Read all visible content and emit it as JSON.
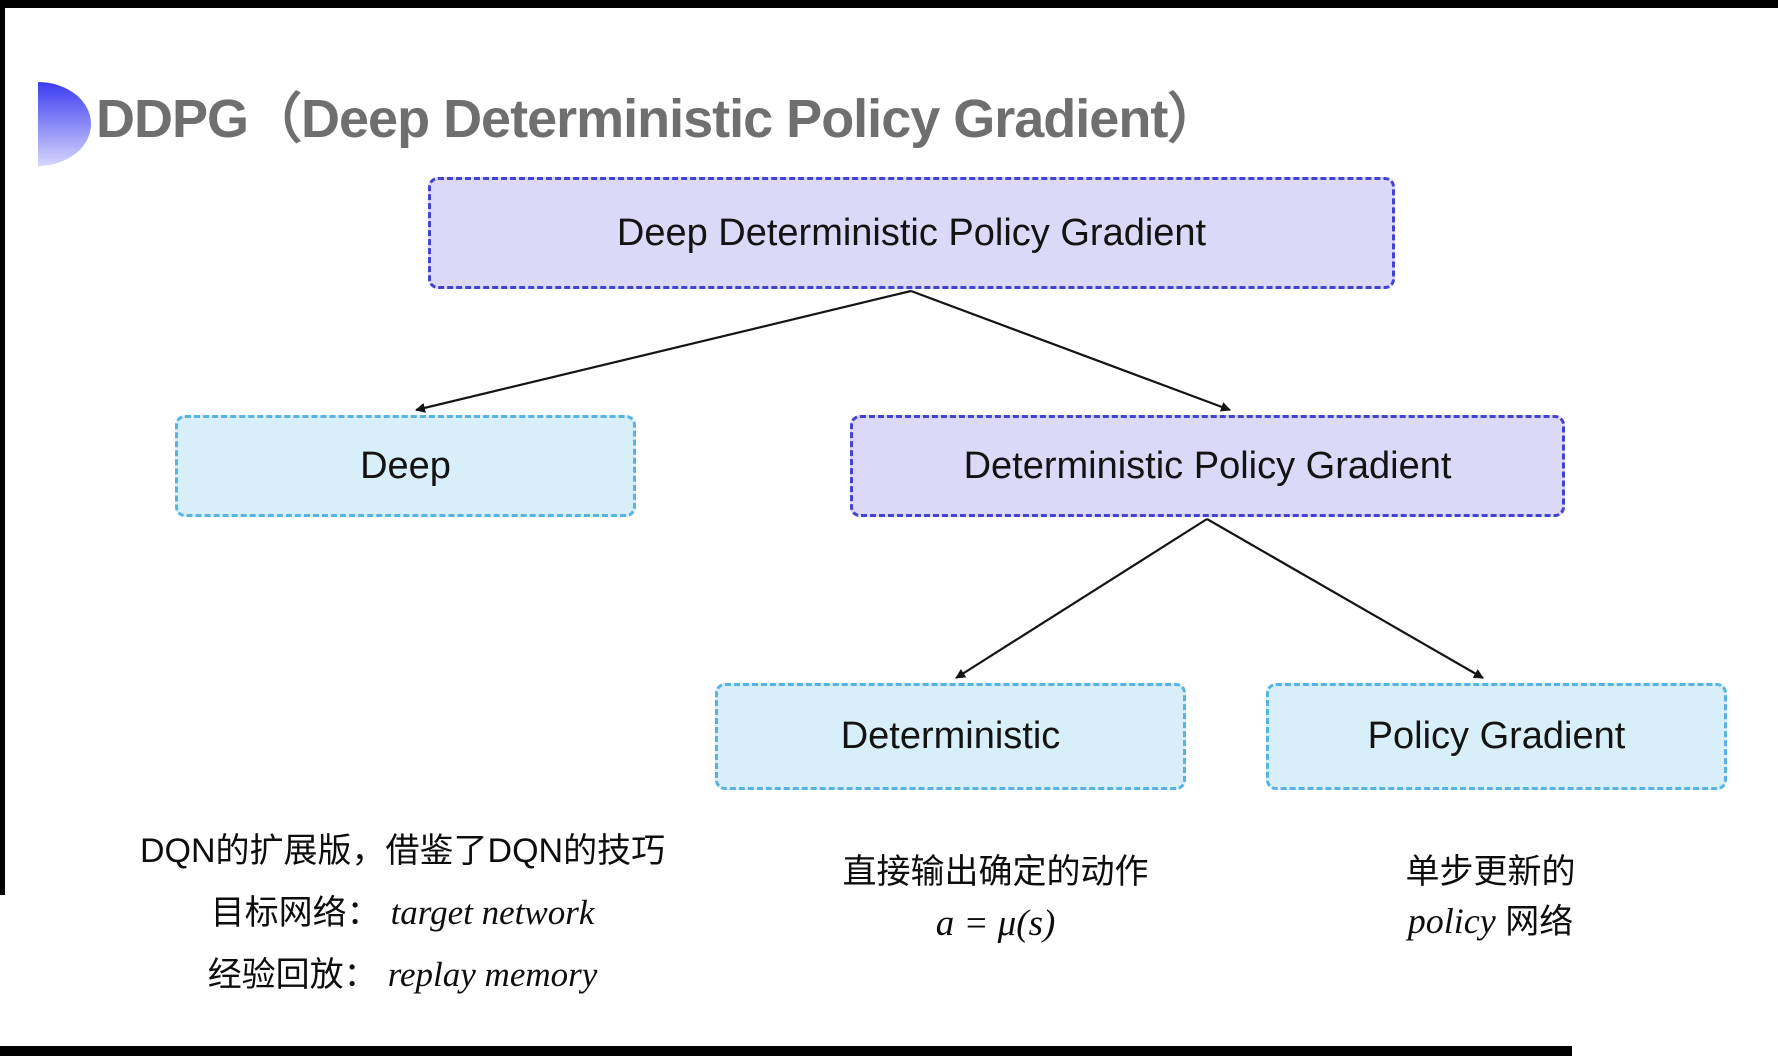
{
  "title": {
    "text": "DDPG（Deep Deterministic Policy Gradient）"
  },
  "tree": {
    "root": "Deep Deterministic Policy Gradient",
    "level2": [
      {
        "label": "Deep"
      },
      {
        "label": "Deterministic Policy Gradient"
      }
    ],
    "level3": [
      {
        "label": "Deterministic"
      },
      {
        "label": "Policy Gradient"
      }
    ]
  },
  "notes": {
    "deep": {
      "line1": "DQN的扩展版，借鉴了DQN的技巧",
      "line2_label": "目标网络：",
      "line2_term": "target network",
      "line3_label": "经验回放：",
      "line3_term": "replay memory"
    },
    "deterministic": {
      "line1": "直接输出确定的动作",
      "line2": "a = μ(s)"
    },
    "policy_gradient": {
      "line1": "单步更新的",
      "line2_term": "policy",
      "line2_rest": " 网络"
    }
  },
  "colors": {
    "lavender_fill": "#dcd9f8",
    "lavender_border": "#4343cf",
    "cyan_fill": "#d8effa",
    "cyan_border": "#59b3e2",
    "title_gray": "#6f6f6f",
    "bullet_top": "#3c3cf2",
    "bullet_bottom": "#d6d6fd",
    "arrow": "#141414"
  }
}
